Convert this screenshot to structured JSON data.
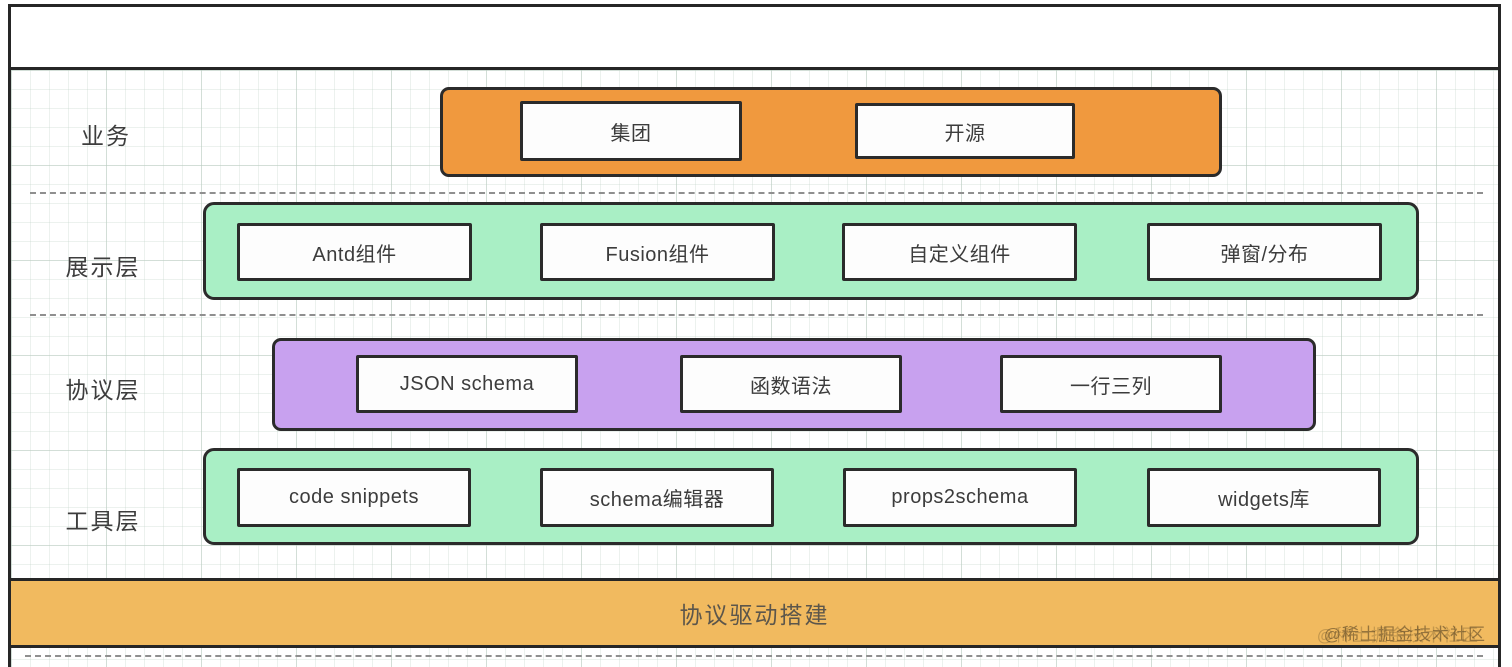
{
  "diagram": {
    "rows": [
      {
        "label": "业务",
        "bar_color": "#F0993E",
        "items": [
          "集团",
          "开源"
        ]
      },
      {
        "label": "展示层",
        "bar_color": "#A9EFC5",
        "items": [
          "Antd组件",
          "Fusion组件",
          "自定义组件",
          "弹窗/分布"
        ]
      },
      {
        "label": "协议层",
        "bar_color": "#C8A1EF",
        "items": [
          "JSON schema",
          "函数语法",
          "一行三列"
        ]
      },
      {
        "label": "工具层",
        "bar_color": "#A9EFC5",
        "items": [
          "code snippets",
          "schema编辑器",
          "props2schema",
          "widgets库"
        ]
      }
    ],
    "footer": {
      "label": "协议驱动搭建",
      "bar_color": "#F1BA5F"
    },
    "watermark": "@稀土掘金技术社区",
    "colors": {
      "frame_border": "#262626",
      "node_border": "#2b2b2b",
      "text": "#3d3d3d"
    }
  }
}
